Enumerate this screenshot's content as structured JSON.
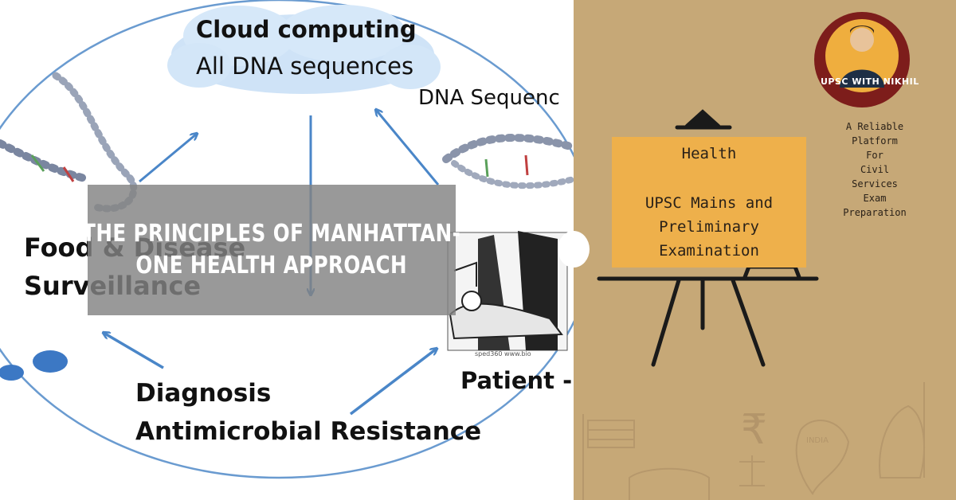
{
  "diagram": {
    "cloud_line1": "Cloud computing",
    "cloud_line2": "All DNA sequences",
    "dna_sequence": "DNA Sequenc",
    "food_line1": "Food & Disease",
    "food_line2": "Surveillance",
    "patient": "Patient -",
    "diagnosis_line1": "Diagnosis",
    "diagnosis_line2": "Antimicrobial Resistance",
    "credit": "sped360 www.bio"
  },
  "banner": {
    "line1": "THE PRINCIPLES OF MANHATTAN-",
    "line2": "ONE HEALTH APPROACH"
  },
  "board": {
    "subject": "Health",
    "line1": "UPSC Mains and",
    "line2": "Preliminary",
    "line3": "Examination"
  },
  "logo": {
    "text": "UPSC WITH NIKHIL"
  },
  "tagline": [
    "A Reliable",
    "Platform",
    "For",
    "Civil",
    "Services",
    "Exam",
    "Preparation"
  ],
  "watermark": {
    "rupee": "₹",
    "india": "INDIA"
  },
  "colors": {
    "right_panel": "#c6a877",
    "board": "#eeb04b",
    "logo_ring": "#7d1d1b",
    "arrows": "#4a86c8"
  }
}
